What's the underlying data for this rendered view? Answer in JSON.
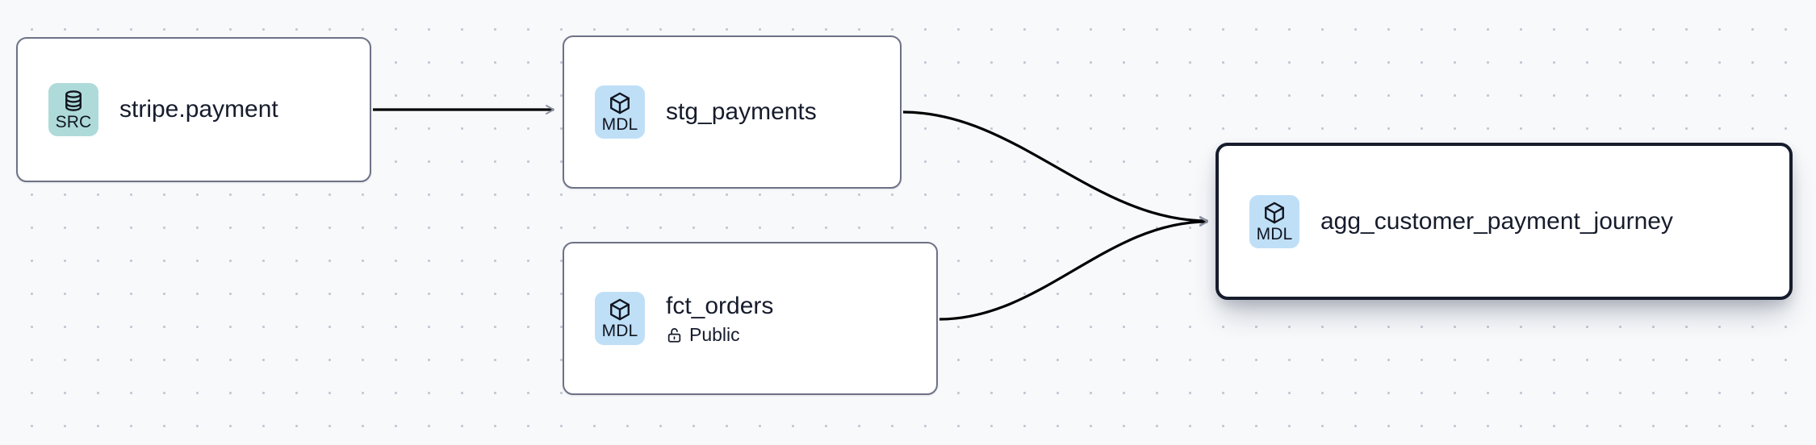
{
  "graph": {
    "type": "lineage-dag",
    "background": "#f7f9fb",
    "grid": "dots",
    "nodes": [
      {
        "id": "stripe-payment",
        "title": "stripe.payment",
        "badge_label": "SRC",
        "badge_icon": "database-icon",
        "badge_color": "#aedbda",
        "selected": false,
        "meta": null
      },
      {
        "id": "stg-payments",
        "title": "stg_payments",
        "badge_label": "MDL",
        "badge_icon": "cube-icon",
        "badge_color": "#bfdff7",
        "selected": false,
        "meta": null
      },
      {
        "id": "fct-orders",
        "title": "fct_orders",
        "badge_label": "MDL",
        "badge_icon": "cube-icon",
        "badge_color": "#bfdff7",
        "selected": false,
        "meta": {
          "icon": "unlock-icon",
          "label": "Public"
        }
      },
      {
        "id": "agg-customer-payment-journey",
        "title": "agg_customer_payment_journey",
        "badge_label": "MDL",
        "badge_icon": "cube-icon",
        "badge_color": "#bfdff7",
        "selected": true,
        "meta": null
      }
    ],
    "edges": [
      {
        "from": "stripe-payment",
        "to": "stg-payments",
        "style": "straight"
      },
      {
        "from": "stg-payments",
        "to": "agg-customer-payment-journey",
        "style": "bezier"
      },
      {
        "from": "fct-orders",
        "to": "agg-customer-payment-journey",
        "style": "bezier"
      }
    ],
    "edge_color": "#000000",
    "arrow_color": "#8d93a3"
  }
}
